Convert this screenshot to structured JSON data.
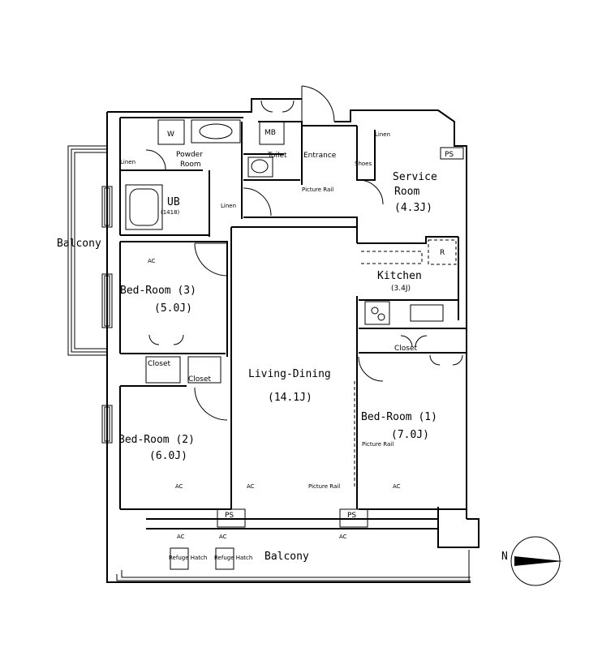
{
  "rooms": {
    "balcony_west": "Balcony",
    "balcony_south": "Balcony",
    "bed3_name": "Bed-Room (3)",
    "bed3_size": "(5.0J)",
    "bed2_name": "Bed-Room (2)",
    "bed2_size": "(6.0J)",
    "living_name": "Living-Dining",
    "living_size": "(14.1J)",
    "bed1_name": "Bed-Room (1)",
    "bed1_size": "(7.0J)",
    "service_name1": "Service",
    "service_name2": "Room",
    "service_size": "(4.3J)",
    "kitchen_name": "Kitchen",
    "kitchen_size": "(3.4J)",
    "powder1": "Powder",
    "powder2": "Room",
    "ub": "UB",
    "ub_size": "(1418)",
    "toilet": "Toilet",
    "entrance": "Entrance",
    "mb": "MB"
  },
  "fixtures": {
    "closet": "Closet",
    "linen": "Linen",
    "ps": "PS",
    "ac": "AC",
    "picture_rail": "Picture Rail",
    "r": "R",
    "shoes": "Shoes",
    "w": "W",
    "refuge_hatch": "Refuge Hatch"
  },
  "compass": {
    "letter": "N"
  }
}
